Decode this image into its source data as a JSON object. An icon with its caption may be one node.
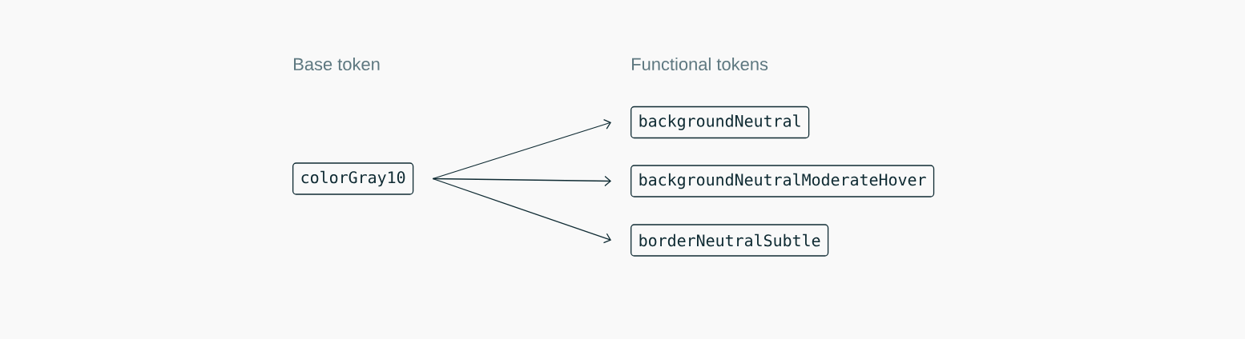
{
  "diagram": {
    "nodes": [
      {
        "text": [
          "colorGray10"
        ]
      },
      {
        "text": [
          "backgroundNeutral"
        ]
      },
      {
        "text": [
          "backgroundNeutralModerateHover"
        ]
      },
      {
        "text": [
          "borderNeutralSubtle"
        ]
      }
    ],
    "edges": [
      {
        "from": 0,
        "to": 1,
        "arrow": "to"
      },
      {
        "from": 0,
        "to": 2,
        "arrow": "to"
      },
      {
        "from": 0,
        "to": 3,
        "arrow": "to"
      }
    ],
    "labels": [
      "Base token",
      "Functional tokens"
    ]
  }
}
